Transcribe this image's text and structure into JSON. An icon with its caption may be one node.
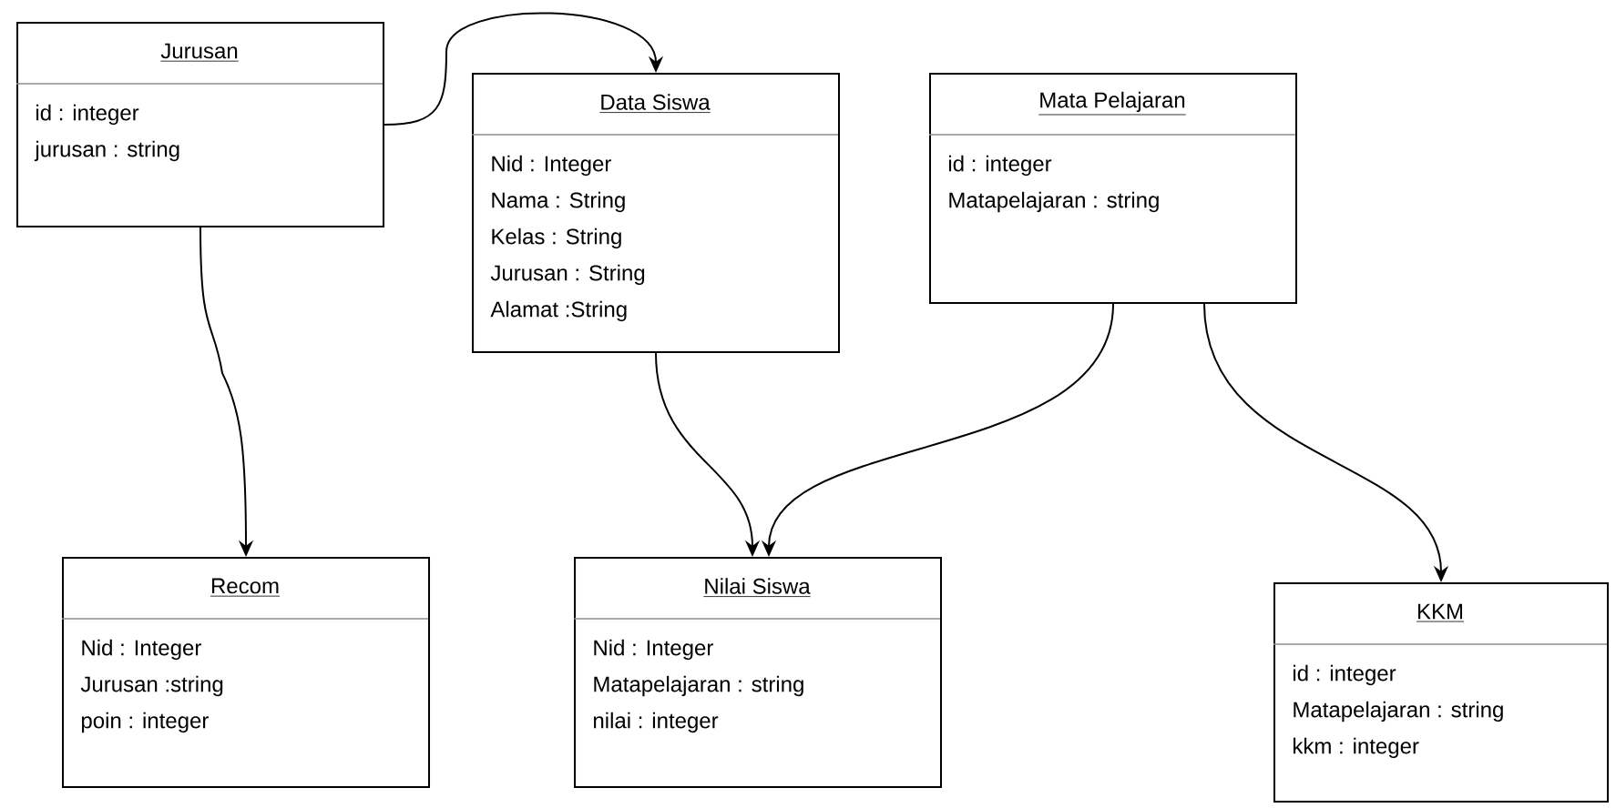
{
  "diagram": {
    "nodes": [
      {
        "text": [
          "Jurusan",
          "id : integer",
          "jurusan : string"
        ]
      },
      {
        "text": [
          "Data Siswa",
          "Nid : Integer",
          "Nama : String",
          "Kelas : String",
          "Jurusan : String",
          "Alamat :String"
        ]
      },
      {
        "text": [
          "Mata Pelajaran",
          "id : integer",
          "Matapelajaran : string"
        ]
      },
      {
        "text": [
          "Recom",
          "Nid : Integer",
          "Jurusan :string",
          "poin : integer"
        ]
      },
      {
        "text": [
          "Nilai Siswa",
          "Nid : Integer",
          "Matapelajaran : string",
          "nilai : integer"
        ]
      },
      {
        "text": [
          "KKM",
          "id : integer",
          "Matapelajaran : string",
          "kkm : integer"
        ]
      }
    ],
    "edges": [
      {
        "from": 0,
        "to": 1,
        "arrow": "to"
      },
      {
        "from": 0,
        "to": 3,
        "arrow": "to"
      },
      {
        "from": 1,
        "to": 4,
        "arrow": "to"
      },
      {
        "from": 2,
        "to": 4,
        "arrow": "to"
      },
      {
        "from": 2,
        "to": 5,
        "arrow": "to"
      }
    ]
  }
}
